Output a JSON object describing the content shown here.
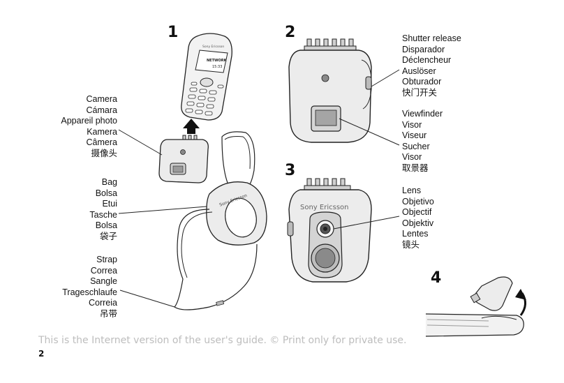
{
  "steps": [
    "1",
    "2",
    "3",
    "4"
  ],
  "labels": {
    "camera": [
      "Camera",
      "Cámara",
      "Appareil photo",
      "Kamera",
      "Câmera",
      "摄像头"
    ],
    "bag": [
      "Bag",
      "Bolsa",
      "Etui",
      "Tasche",
      "Bolsa",
      "袋子"
    ],
    "strap": [
      "Strap",
      "Correa",
      "Sangle",
      "Trageschlaufe",
      "Correia",
      "吊带"
    ],
    "shutter": [
      "Shutter release",
      "Disparador",
      "Déclencheur",
      "Auslöser",
      "Obturador",
      "快门开关"
    ],
    "viewfinder": [
      "Viewfinder",
      "Visor",
      "Viseur",
      "Sucher",
      "Visor",
      "取景器"
    ],
    "lens": [
      "Lens",
      "Objetivo",
      "Objectif",
      "Objektiv",
      "Lentes",
      "镜头"
    ]
  },
  "phone": {
    "brand": "Sony Ericsson",
    "network": "NETWORK",
    "time": "15:33"
  },
  "camera_brand": "Sony Ericsson",
  "bag_brand": "Sony Ericsson",
  "watermark": "This is the Internet version of the user's guide. © Print only for private use.",
  "page_number": "2",
  "colors": {
    "line": "#222222",
    "fill": "#e6e6e6",
    "dark": "#8a8a8a",
    "watermark": "#bdbdbd"
  }
}
